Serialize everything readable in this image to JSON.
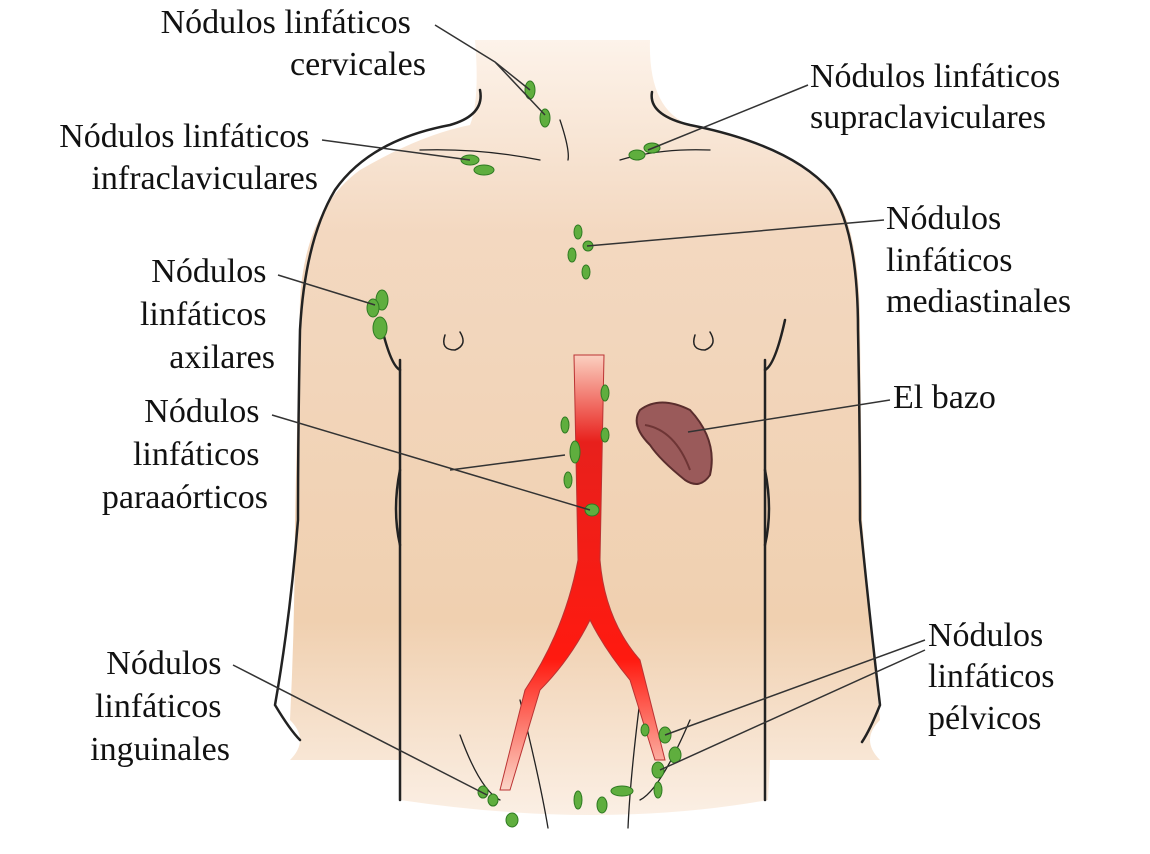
{
  "labels": {
    "cervical": [
      "Nódulos linfáticos",
      "cervicales"
    ],
    "infraclavicular": [
      "Nódulos linfáticos",
      "infraclaviculares"
    ],
    "axillary": [
      "Nódulos",
      "linfáticos",
      "axilares"
    ],
    "paraaortic": [
      "Nódulos",
      "linfáticos",
      "paraaórticos"
    ],
    "inguinal": [
      "Nódulos",
      "linfáticos",
      "inguinales"
    ],
    "supraclavicular": [
      "Nódulos linfáticos",
      "supraclaviculares"
    ],
    "mediastinal": [
      "Nódulos",
      "linfáticos",
      "mediastinales"
    ],
    "spleen": [
      "El bazo"
    ],
    "pelvic": [
      "Nódulos",
      "linfáticos",
      "pélvicos"
    ]
  },
  "colors": {
    "skin": "#f2d3b5",
    "node": "#5fae3e",
    "aorta": "#e8201c",
    "spleen": "#9a5a5a"
  }
}
